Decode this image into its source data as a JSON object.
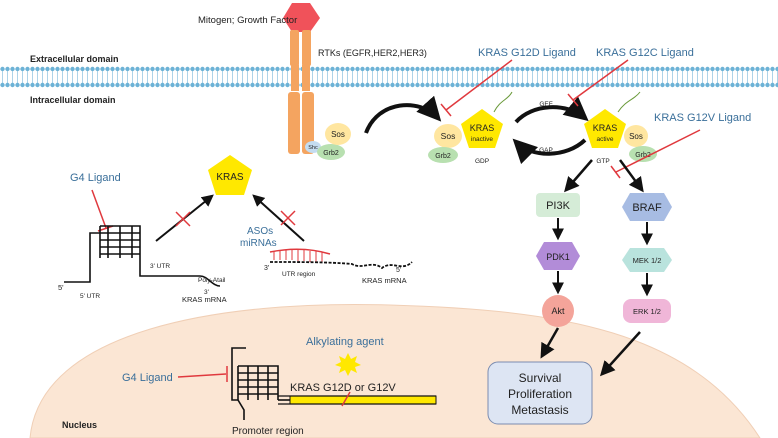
{
  "labels": {
    "mitogen": "Mitogen; Growth Factor",
    "rtks": "RTKs (EGFR,HER2,HER3)",
    "extracellular": "Extracellular domain",
    "intracellular": "Intracellular domain",
    "nucleus": "Nucleus",
    "kras_g12d_ligand": "KRAS G12D Ligand",
    "kras_g12c_ligand": "KRAS G12C Ligand",
    "kras_g12v_ligand": "KRAS G12V Ligand",
    "g4_ligand_top": "G4 Ligand",
    "g4_ligand_bottom": "G4 Ligand",
    "asos": "ASOs",
    "mirnas": "miRNAs",
    "alkylating_agent": "Alkylating agent",
    "kras_g12d_or_g12v": "KRAS G12D or G12V",
    "promoter_region": "Promoter region",
    "kras_main": "KRAS",
    "kras_inactive_title": "KRAS",
    "kras_inactive_sub": "inactive",
    "kras_active_title": "KRAS",
    "kras_active_sub": "active",
    "sos_left": "Sos",
    "sos_mid": "Sos",
    "sos_right": "Sos",
    "grb2_left": "Grb2",
    "grb2_mid": "Grb2",
    "grb2_right": "Grb2",
    "shc": "Shc",
    "gdp": "GDP",
    "gtp": "GTP",
    "gef": "GEF",
    "gap": "GAP",
    "pi3k": "PI3K",
    "pdk1": "PDK1",
    "akt": "Akt",
    "braf": "BRAF",
    "mek": "MEK 1/2",
    "erk": "ERK 1/2",
    "outcome_line1": "Survival",
    "outcome_line2": "Proliferation",
    "outcome_line3": "Metastasis",
    "five_prime_left": "5'",
    "five_prime_utr": "5' UTR",
    "three_prime_utr": "3' UTR",
    "poly_a": "Poly-Atail",
    "three_prime_left": "3'",
    "kras_mrna_left": "KRAS mRNA",
    "three_prime_right": "3'",
    "utr_region": "UTR region",
    "five_prime_right": "5'",
    "kras_mrna_right": "KRAS mRNA"
  },
  "colors": {
    "membrane_head": "#6cb2d6",
    "receptor": "#f4a460",
    "ligand_hex": "#f0525a",
    "kras_pentagon": "#ffe800",
    "inhibitor_line": "#e0393e",
    "ligand_text": "#3a6f9a",
    "nucleus_fill": "#fbe6d4",
    "pi3k_fill": "#d5ecd7",
    "pdk1_fill": "#b28cd8",
    "akt_fill": "#f4a49a",
    "braf_fill": "#a7bce3",
    "mek_fill": "#b9e3dd",
    "erk_fill": "#f0b6d8",
    "outcome_fill": "#dde5f3",
    "sos_fill": "#ffe6a0",
    "grb2_fill": "#b8e0b0",
    "shc_fill": "#c4dcf0"
  }
}
